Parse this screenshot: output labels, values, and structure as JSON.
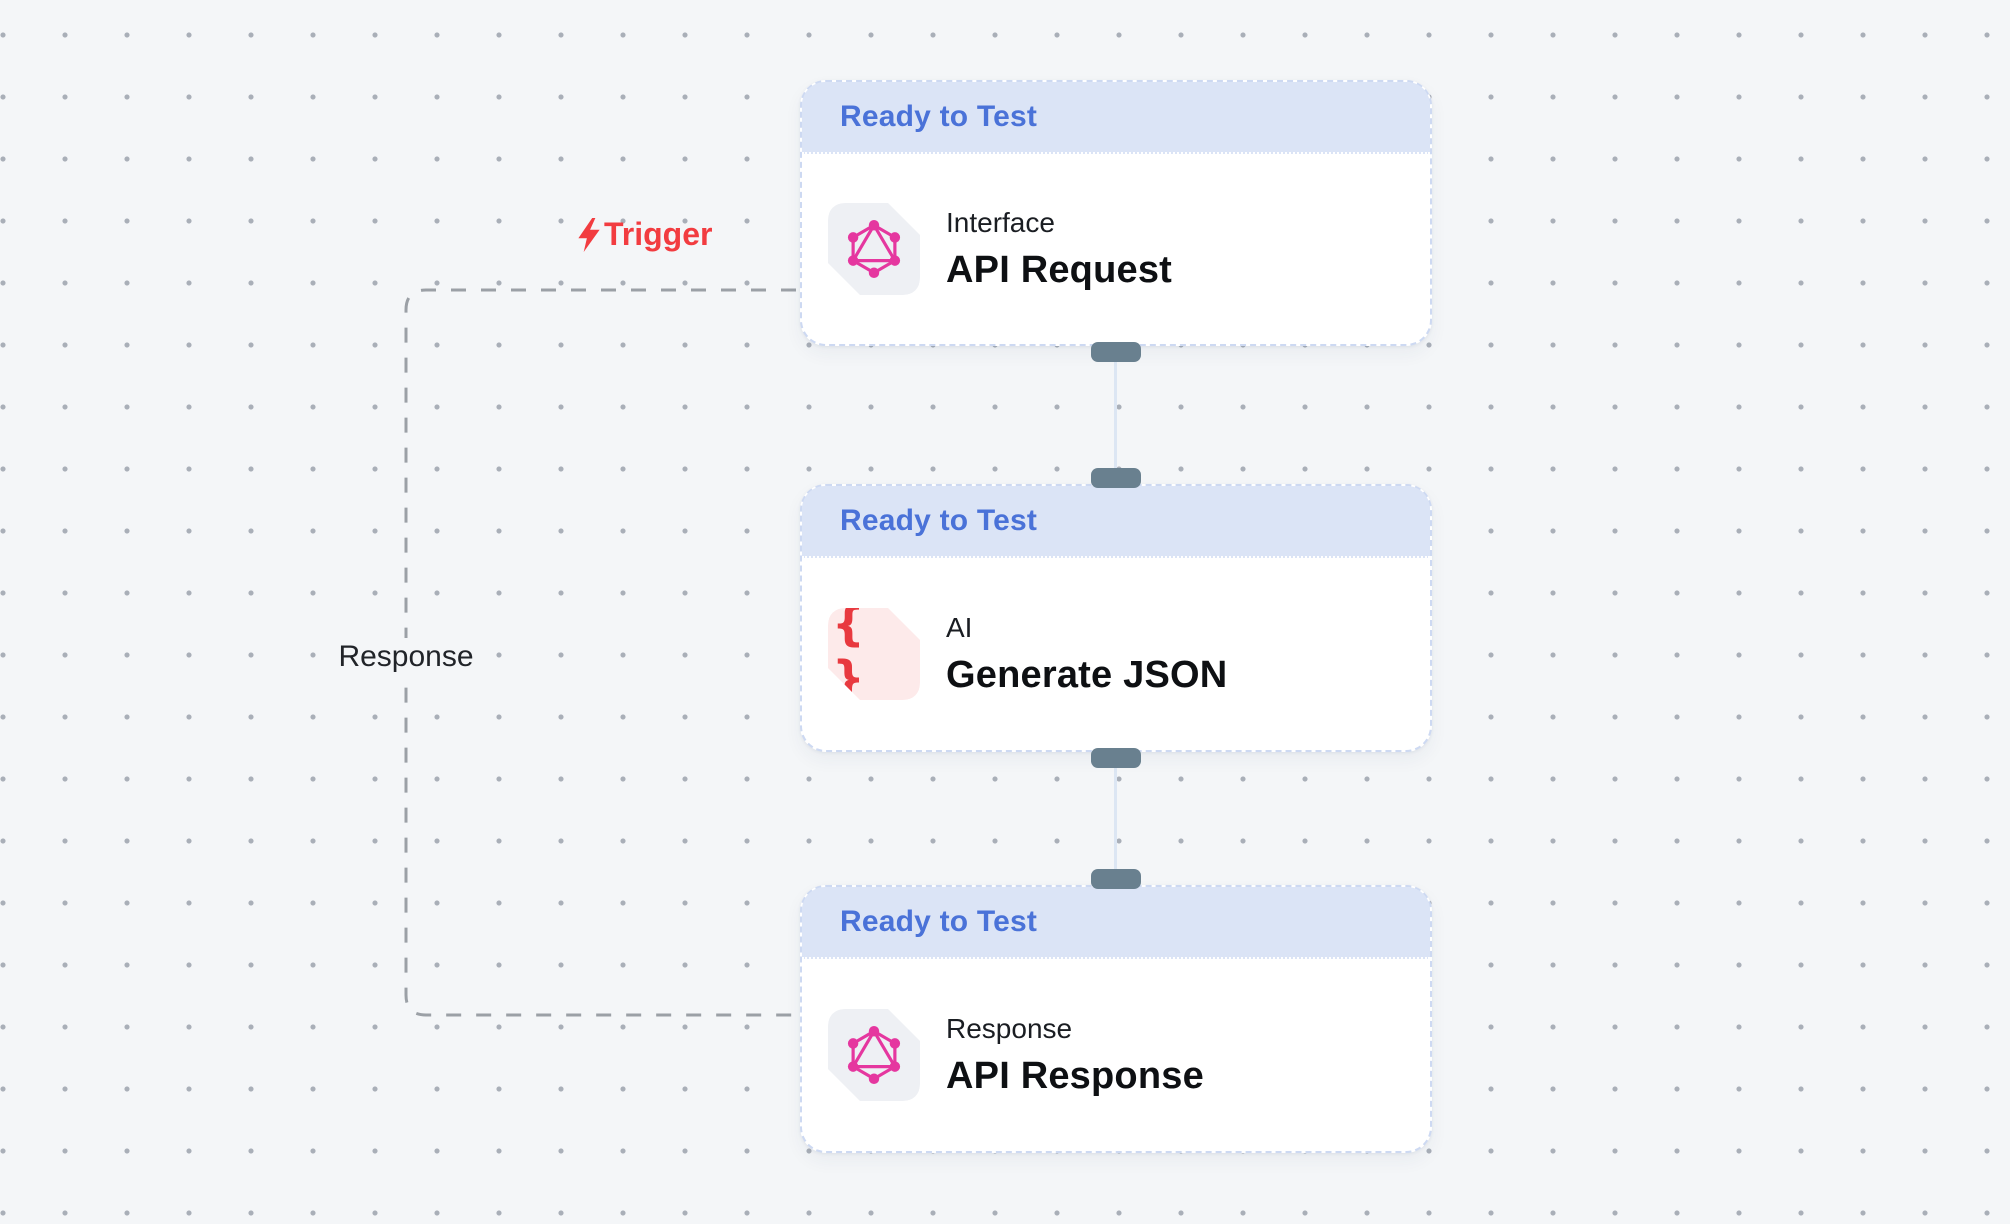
{
  "canvas": {
    "background": "#f4f6f8",
    "dot_color": "#a9afb8"
  },
  "edge": {
    "trigger_label": "Trigger",
    "response_label": "Response",
    "dash_color": "#9ba0a6",
    "trigger_color": "#f23c40"
  },
  "nodes": [
    {
      "status": "Ready to Test",
      "category": "Interface",
      "title": "API Request",
      "icon": "graphql-icon",
      "icon_bg": "#eef0f4",
      "accent": "#e5379f"
    },
    {
      "status": "Ready to Test",
      "category": "AI",
      "title": "Generate JSON",
      "icon": "curly-braces-icon",
      "glyph": "{ }",
      "icon_bg": "#fdeaea",
      "accent": "#e8393f"
    },
    {
      "status": "Ready to Test",
      "category": "Response",
      "title": "API Response",
      "icon": "graphql-icon",
      "icon_bg": "#eef0f4",
      "accent": "#e5379f"
    }
  ],
  "colors": {
    "header_bg": "#dbe4f6",
    "header_text": "#4a72d8",
    "card_border": "#cdd9f2",
    "handle_pill": "#69808f",
    "connector_line": "#dce6f3",
    "title_text": "#0e1013",
    "category_text": "#1a1d22"
  }
}
